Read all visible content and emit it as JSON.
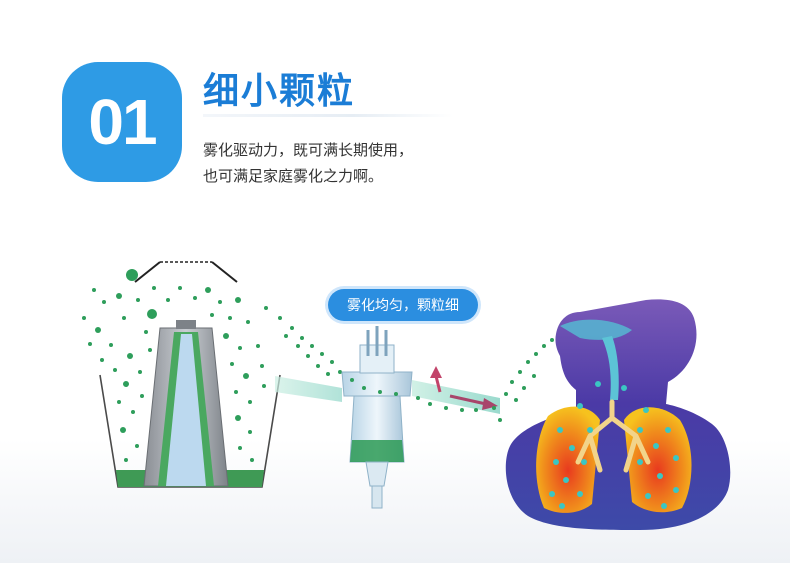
{
  "badge": {
    "number": "01",
    "color": "#2e9be5"
  },
  "title": {
    "text": "细小颗粒",
    "color": "#1b7dd6"
  },
  "description": {
    "line1": "雾化驱动力，既可满长期使用，",
    "line2": "也可满足家庭雾化之力啊。"
  },
  "callout": {
    "text": "雾化均匀，颗粒细",
    "color": "#2b8ee0"
  },
  "illustration": {
    "particle_color": "#2e9e5b",
    "panels": [
      "nebulizer-cup-cross-section",
      "nebulizer-device",
      "human-lungs"
    ],
    "icons": [
      "airflow-arrow-icon"
    ]
  }
}
